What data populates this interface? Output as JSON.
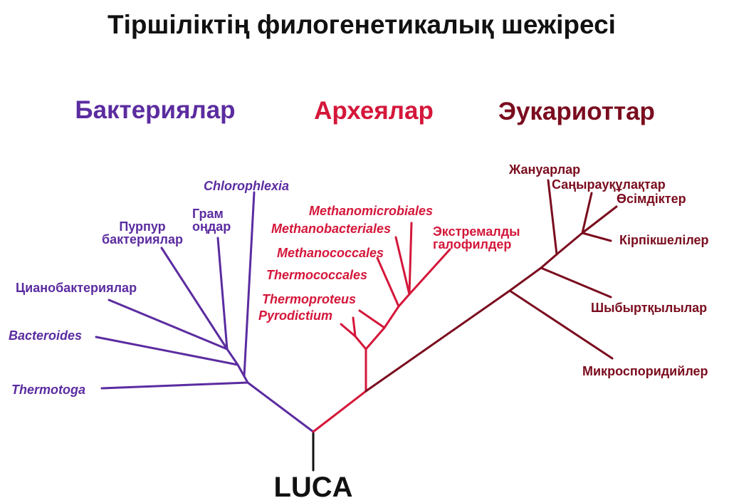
{
  "title": "Тіршіліктің филогенетикалық шежіресі",
  "root": "LUCA",
  "colors": {
    "bacteria": "#5b2ca0",
    "archaea": "#d4173a",
    "eukaryotes": "#7a0c1e",
    "root": "#111111"
  },
  "domains": {
    "bacteria": "Бактериялар",
    "archaea": "Археялар",
    "eukaryotes": "Эукариоттар"
  },
  "bacteria": {
    "chloroflexia": "Chlorophlexia",
    "gram_positive": [
      "Грам",
      "оңдар"
    ],
    "purple": [
      "Пурпур",
      "бактериялар"
    ],
    "cyanobacteria": "Цианобактериялар",
    "bacteroides": "Bacteroides",
    "thermotoga": "Thermotoga"
  },
  "archaea": {
    "methanomicrobiales": "Methanomicrobiales",
    "methanobacteriales": "Methanobacteriales",
    "halophiles": [
      "Экстремалды",
      "галофилдер"
    ],
    "methanococcales": "Methanococcales",
    "thermococcales": "Thermococcales",
    "thermoproteus": "Thermoproteus",
    "pyrodictium": "Pyrodictium"
  },
  "eukaryotes": {
    "animals": "Жануарлар",
    "slime_molds": "Саңырауқұлақтар",
    "plants": "Өсімдіктер",
    "ciliates": "Кірпікшелілер",
    "flagellates": "Шыбыртқылылар",
    "microsporidia": "Микроспоридийлер"
  }
}
